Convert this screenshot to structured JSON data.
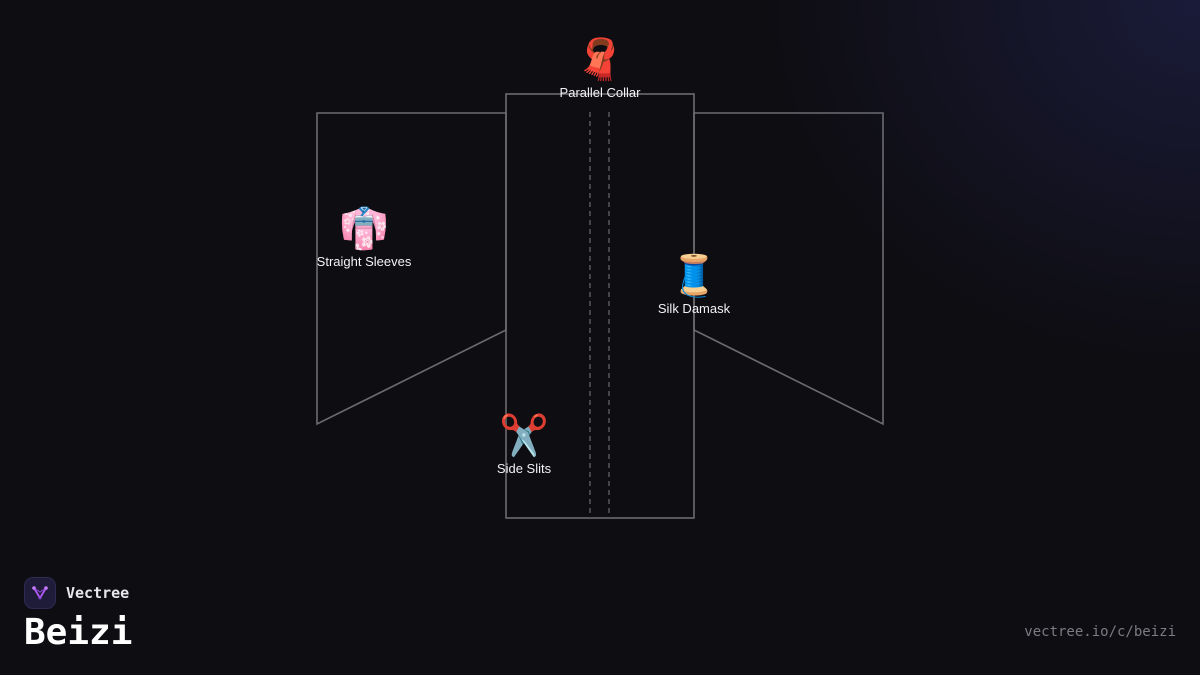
{
  "diagram": {
    "features": [
      {
        "id": "collar",
        "icon": "scarf-icon",
        "glyph": "🧣",
        "label": "Parallel Collar"
      },
      {
        "id": "sleeves",
        "icon": "kimono-icon",
        "glyph": "👘",
        "label": "Straight Sleeves"
      },
      {
        "id": "fabric",
        "icon": "thread-spool-icon",
        "glyph": "🧵",
        "label": "Silk Damask"
      },
      {
        "id": "slits",
        "icon": "scissors-icon",
        "glyph": "✂️",
        "label": "Side Slits"
      }
    ]
  },
  "brand": {
    "name": "Vectree",
    "icon": "vectree-logo-icon",
    "accent": "#b05cf0"
  },
  "page": {
    "title": "Beizi",
    "url": "vectree.io/c/beizi"
  }
}
